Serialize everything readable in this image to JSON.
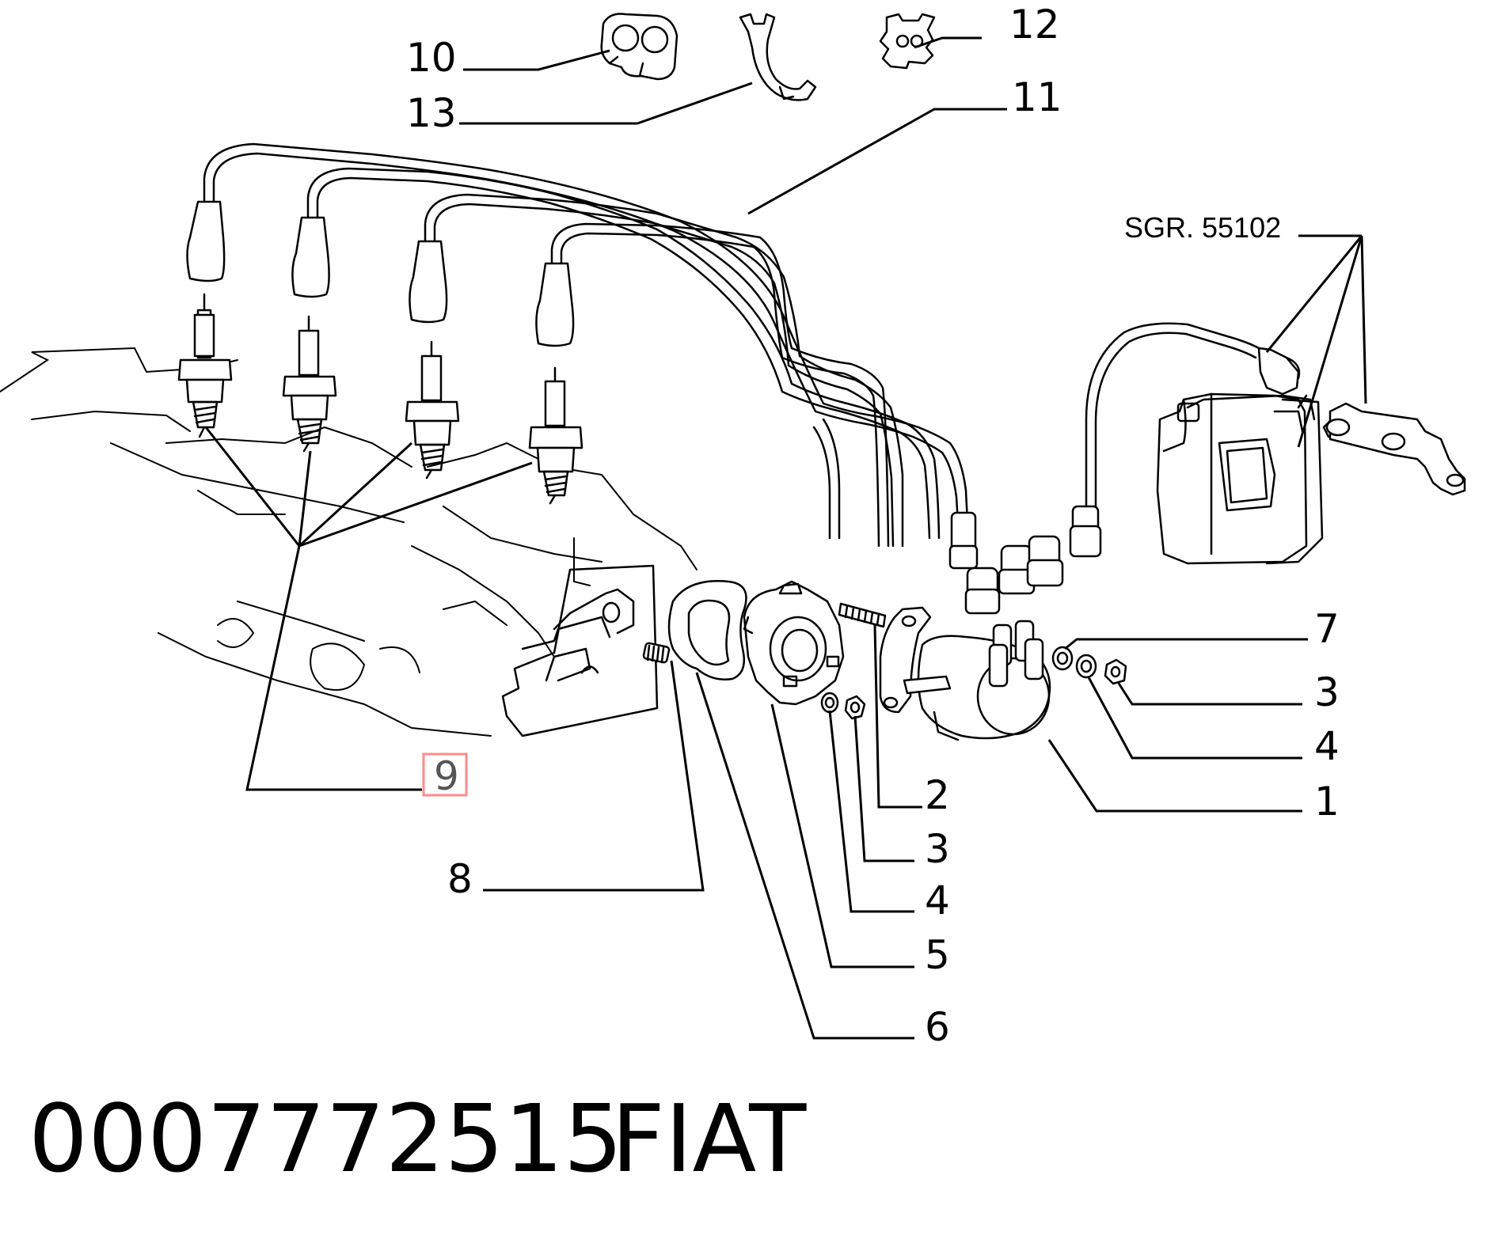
{
  "callouts": {
    "c10": "10",
    "c13": "13",
    "c12": "12",
    "c11": "11",
    "ref": "SGR. 55102",
    "c7": "7",
    "c3a": "3",
    "c4a": "4",
    "c1": "1",
    "c2": "2",
    "c3b": "3",
    "c4b": "4",
    "c5": "5",
    "c6": "6",
    "c8": "8",
    "c9": "9"
  },
  "highlight": {
    "part": "9",
    "color": "#ff8a8a"
  },
  "footer": {
    "part_number": "0007772515",
    "brand": "FIAT"
  }
}
